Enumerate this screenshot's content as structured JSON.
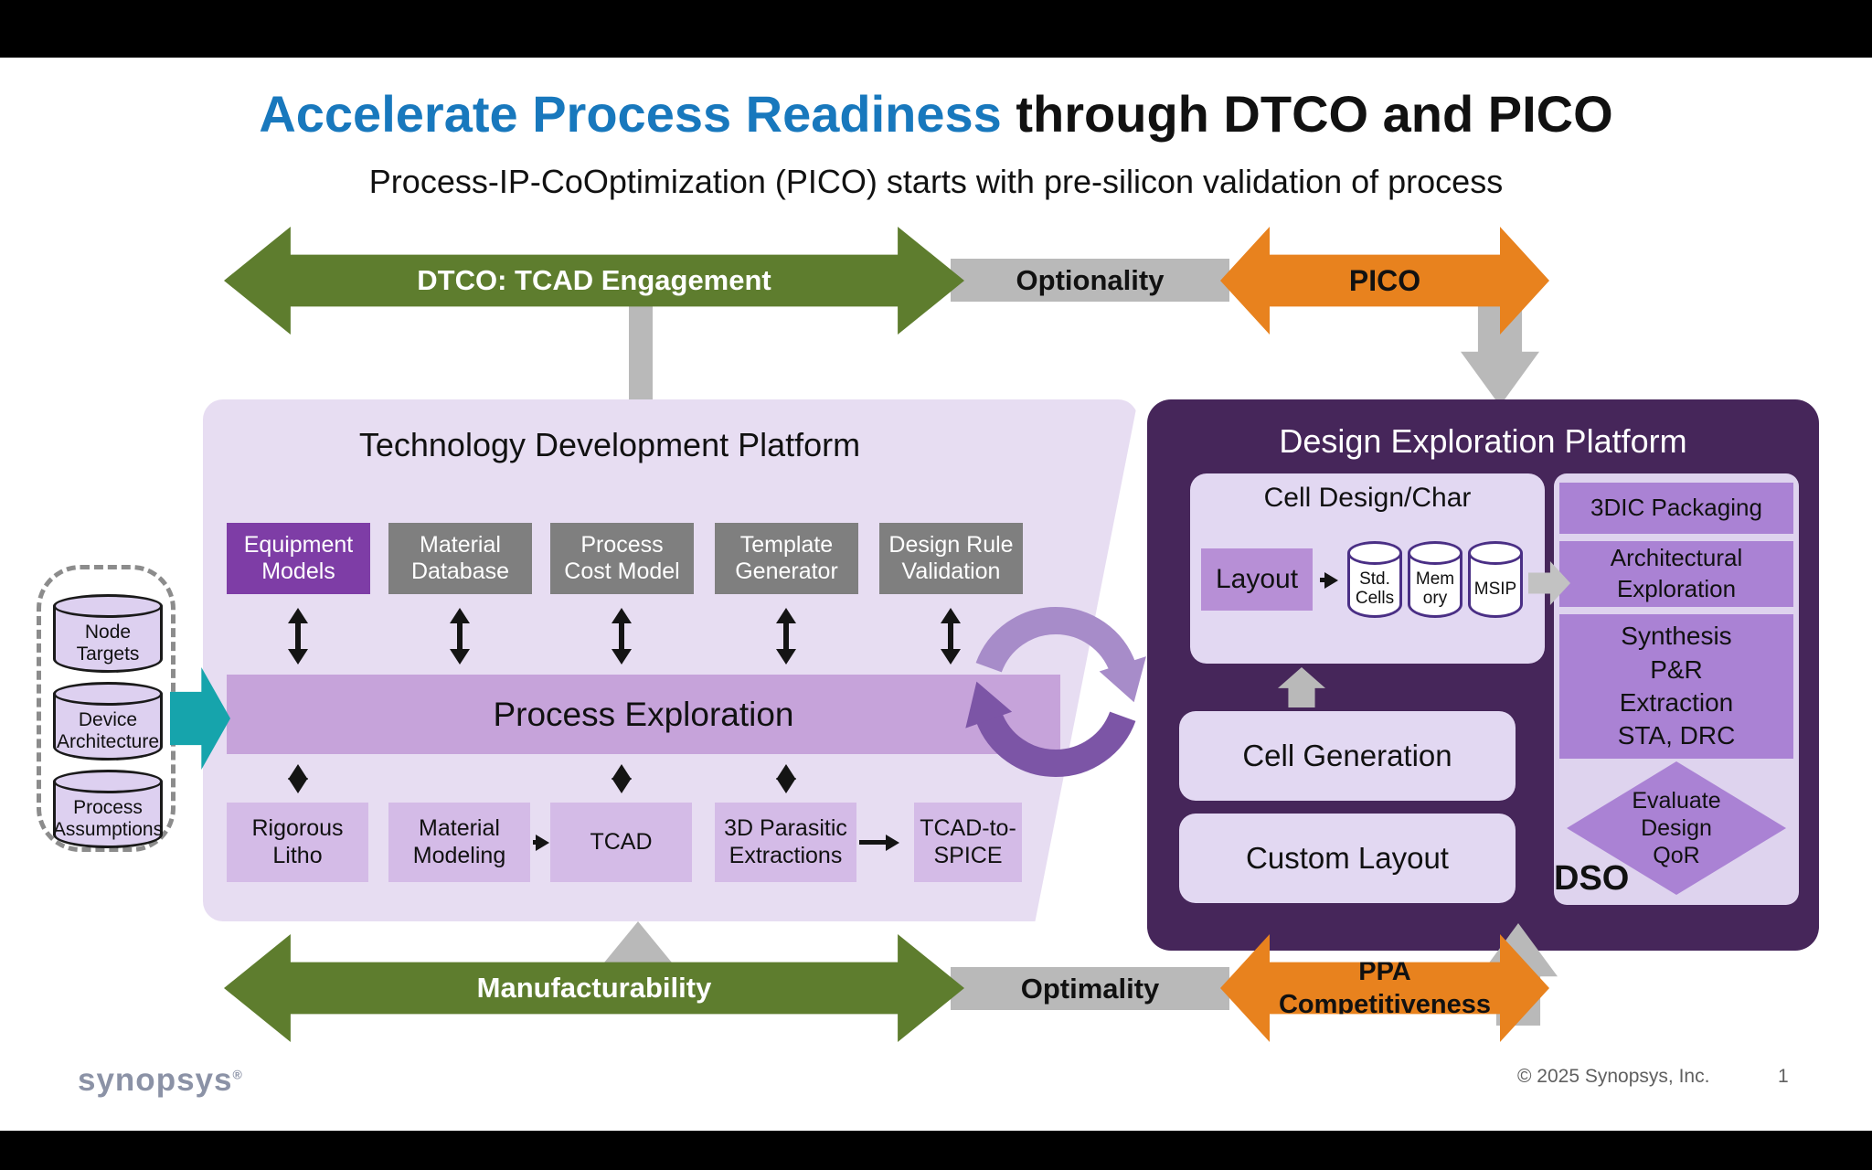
{
  "slide": {
    "title_highlight": "Accelerate Process Readiness",
    "title_rest": " through DTCO and PICO",
    "subtitle": "Process-IP-CoOptimization (PICO) starts with pre-silicon validation of process"
  },
  "top_flow": {
    "dtco_label": "DTCO: TCAD Engagement",
    "optionality_label": "Optionality",
    "pico_label": "PICO"
  },
  "bottom_flow": {
    "manufacturability_label": "Manufacturability",
    "optimality_label": "Optimality",
    "ppa_label": "PPA\nCompetitiveness"
  },
  "inputs": {
    "cylinders": [
      "Node\nTargets",
      "Device\nArchitecture",
      "Process\nAssumptions"
    ]
  },
  "tech_platform": {
    "title": "Technology Development  Platform",
    "top_boxes": [
      "Equipment\nModels",
      "Material\nDatabase",
      "Process\nCost Model",
      "Template\nGenerator",
      "Design Rule\nValidation"
    ],
    "band_label": "Process Exploration",
    "bottom_boxes": [
      "Rigorous\nLitho",
      "Material\nModeling",
      "TCAD",
      "3D Parasitic\nExtractions",
      "TCAD-to-\nSPICE"
    ]
  },
  "design_platform": {
    "title": "Design Exploration Platform",
    "cell_design": {
      "title": "Cell Design/Char",
      "layout_label": "Layout",
      "cylinders": [
        "Std. Cells",
        "Memory",
        "MSIP"
      ]
    },
    "cell_generation_label": "Cell Generation",
    "custom_layout_label": "Custom Layout",
    "right_column": [
      "3DIC Packaging",
      "Architectural\nExploration",
      "Synthesis\nP&R\nExtraction\nSTA, DRC"
    ],
    "qor_diamond_label": "Evaluate\nDesign\nQoR",
    "dso_label": "DSO"
  },
  "footer": {
    "logo_text": "synopsys",
    "logo_reg": "®",
    "copyright": "© 2025 Synopsys, Inc.",
    "page_number": "1"
  },
  "colors": {
    "title_blue": "#1878bd",
    "green_arrow": "#5e7d2e",
    "orange_arrow": "#e8821e",
    "gray_arrow": "#b9b9b9",
    "dark_purple_panel": "#46265a",
    "lavender_panel": "#e7ddf2",
    "band_purple": "#c6a3da",
    "right_box_purple": "#aa82d4",
    "equipment_purple": "#7e3da6",
    "gray_box": "#7f7f7f",
    "teal_arrow": "#16a4ac"
  }
}
